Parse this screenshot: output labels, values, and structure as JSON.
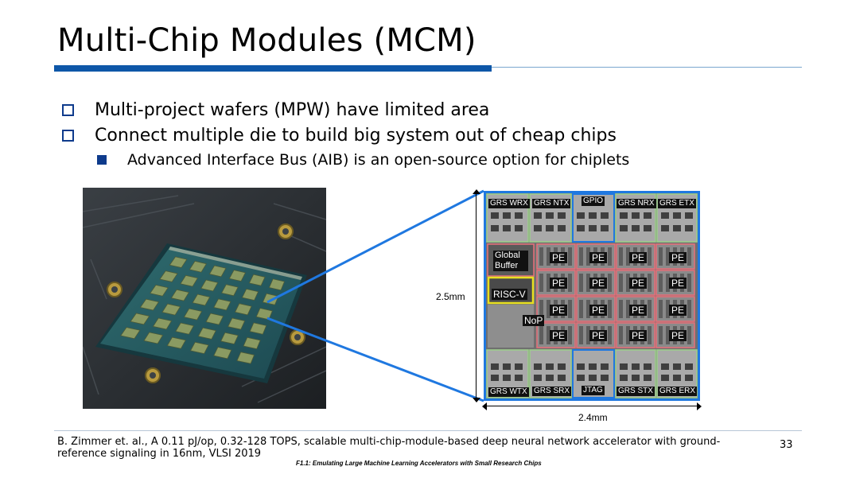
{
  "slide": {
    "title": "Multi-Chip Modules (MCM)",
    "bullets": [
      "Multi-project wafers (MPW) have limited area",
      "Connect multiple die to build big system out of cheap chips"
    ],
    "sub_bullets": [
      "Advanced Interface Bus (AIB) is an open-source option for chiplets"
    ],
    "page_number": "33",
    "footer_citation": "B. Zimmer et. al., A 0.11 pJ/op, 0.32-128 TOPS, scalable multi-chip-module-based deep neural network accelerator with ground-reference signaling in 16nm, VLSI 2019",
    "footer_caption": "F1.1: Emulating Large Machine Learning Accelerators with Small Research Chips"
  },
  "die": {
    "height_label": "2.5mm",
    "width_label": "2.4mm",
    "top_labels": [
      "GRS WRX",
      "GRS NTX",
      "GPIO",
      "GRS NRX",
      "GRS ETX"
    ],
    "bottom_labels": [
      "GRS WTX",
      "GRS SRX",
      "JTAG",
      "GRS STX",
      "GRS ERX"
    ],
    "global_buffer_label": "Global Buffer",
    "riscv_label": "RISC-V",
    "nop_label": "NoP",
    "pe_label": "PE"
  },
  "colors": {
    "title_rule": "#0e57a8",
    "bullet": "#0e3b8c",
    "callout": "#1f78e0",
    "pe_outline": "#e8707a",
    "riscv_outline": "#e8e020",
    "io_outline": "#9ccf8a",
    "gpio_outline": "#1f78e0"
  }
}
